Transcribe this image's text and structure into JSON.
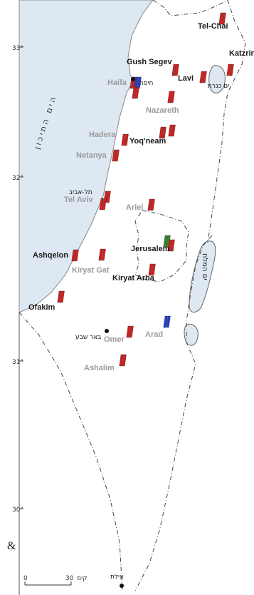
{
  "map": {
    "latitude_labels": [
      {
        "id": "lat-33",
        "text": "33°"
      },
      {
        "id": "lat-32",
        "text": "32°"
      },
      {
        "id": "lat-31",
        "text": "31°"
      },
      {
        "id": "lat-30",
        "text": "30°"
      }
    ],
    "sea_labels": {
      "mediterranean": "הים התיכון",
      "dead_sea": "ים המלח",
      "kinneret": "ים כנרת"
    },
    "cities": [
      {
        "id": "tel-chai",
        "name": "Tel-Chai",
        "style": "dark"
      },
      {
        "id": "gush-segev",
        "name": "Gush Segev",
        "style": "dark"
      },
      {
        "id": "katzrin",
        "name": "Katzrin",
        "style": "dark"
      },
      {
        "id": "lavi",
        "name": "Lavi",
        "style": "dark"
      },
      {
        "id": "haifa",
        "name": "Haifa",
        "style": "gray"
      },
      {
        "id": "haifa-heb",
        "name": "חיפה",
        "style": "heb"
      },
      {
        "id": "nazareth",
        "name": "Nazareth",
        "style": "gray"
      },
      {
        "id": "hadera",
        "name": "Hadera",
        "style": "gray"
      },
      {
        "id": "yoqneam",
        "name": "Yoq'neam",
        "style": "dark"
      },
      {
        "id": "netanya",
        "name": "Netanya",
        "style": "gray"
      },
      {
        "id": "tel-aviv-heb",
        "name": "תל-אביב",
        "style": "heb"
      },
      {
        "id": "tel-aviv",
        "name": "Tel Aviv",
        "style": "gray"
      },
      {
        "id": "ariel",
        "name": "Ariel",
        "style": "gray"
      },
      {
        "id": "jerusalem",
        "name": "Jerusalem",
        "style": "dark"
      },
      {
        "id": "ashqelon",
        "name": "Ashqelon",
        "style": "dark"
      },
      {
        "id": "kiryat-gat",
        "name": "Kiryat Gat",
        "style": "gray"
      },
      {
        "id": "kiryat-arba",
        "name": "Kiryat Arba",
        "style": "dark"
      },
      {
        "id": "ofakim",
        "name": "Ofakim",
        "style": "dark"
      },
      {
        "id": "beer-sheva-heb",
        "name": "באר שבע",
        "style": "heb"
      },
      {
        "id": "omer",
        "name": "Omer",
        "style": "gray"
      },
      {
        "id": "arad",
        "name": "Arad",
        "style": "gray"
      },
      {
        "id": "ashalim",
        "name": "Ashalim",
        "style": "gray"
      },
      {
        "id": "eilat-heb",
        "name": "אילת",
        "style": "heb"
      }
    ],
    "marker_colors": {
      "red": "#d81e1e",
      "blue": "#1f3fd6",
      "green": "#2e8b2e"
    },
    "scale_bar": {
      "zero": "0",
      "value": "30",
      "unit": "קימ"
    },
    "ampersand": "&"
  }
}
